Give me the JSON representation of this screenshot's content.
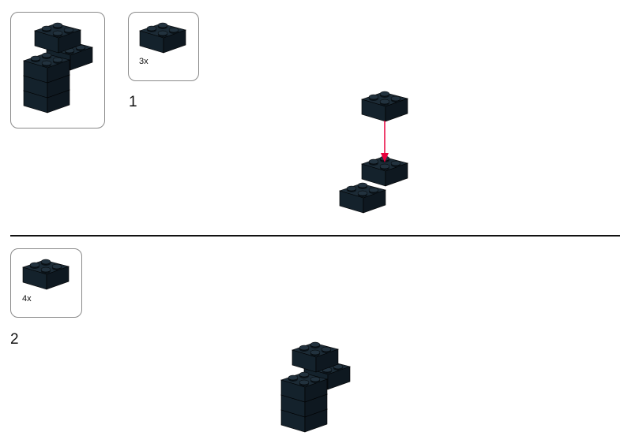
{
  "steps": [
    {
      "number": "1",
      "parts": [
        {
          "part": "brick-2x2",
          "count": "3x"
        }
      ]
    },
    {
      "number": "2",
      "parts": [
        {
          "part": "brick-2x2",
          "count": "4x"
        }
      ]
    }
  ],
  "colors": {
    "brick_top": "#1c2b36",
    "brick_left": "#14222c",
    "brick_right": "#0e1820",
    "stud": "#22323e",
    "arrow": "#e8003c"
  }
}
